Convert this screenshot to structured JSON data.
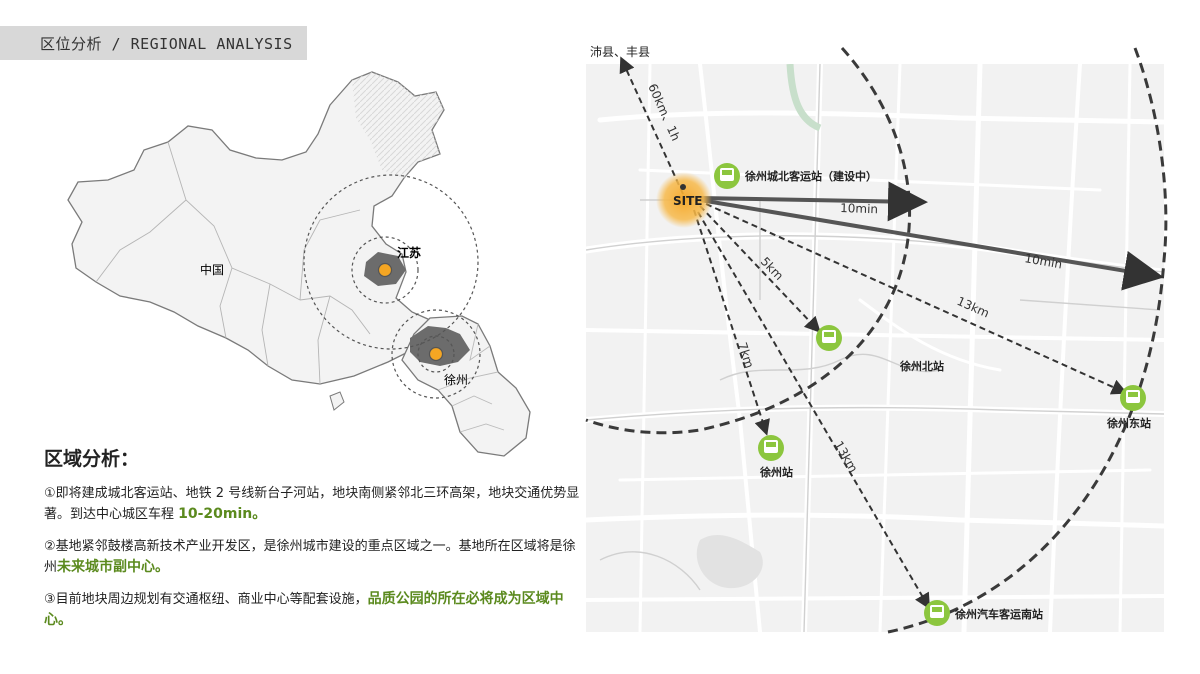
{
  "header": {
    "title": "区位分析 / REGIONAL ANALYSIS"
  },
  "china_map": {
    "label_china": "中国",
    "label_jiangsu": "江苏",
    "label_xuzhou": "徐州"
  },
  "analysis": {
    "title": "区域分析：",
    "p1_text": "①即将建成城北客运站、地铁 2 号线新台子河站，地块南侧紧邻北三环高架，地块交通优势显著。到达中心城区车程 ",
    "p1_highlight": "10-20min。",
    "p2_text": "②基地紧邻鼓楼高新技术产业开发区，是徐州城市建设的重点区域之一。基地所在区域将是徐州",
    "p2_highlight": "未来城市副中心。",
    "p3_text": "③目前地块周边规划有交通枢纽、商业中心等配套设施，",
    "p3_highlight": "品质公园的所在必将成为区域中心。"
  },
  "site_map": {
    "site_label": "SITE",
    "top_label": "沛县、丰县",
    "dist_60km": "60km、1h",
    "station_north": "徐州城北客运站（建设中）",
    "time_10min_a": "10min",
    "time_10min_b": "10min",
    "dist_5km": "5km",
    "dist_13km_a": "13km",
    "dist_7km": "7km",
    "dist_13km_b": "13km",
    "station_xuzhou_north": "徐州北站",
    "station_east": "徐州东站",
    "station_xuzhou": "徐州站",
    "station_south": "徐州汽车客运南站"
  },
  "colors": {
    "accent_green": "#5b8a1e",
    "station_green": "#8cc63e",
    "site_orange": "#f5a623"
  }
}
